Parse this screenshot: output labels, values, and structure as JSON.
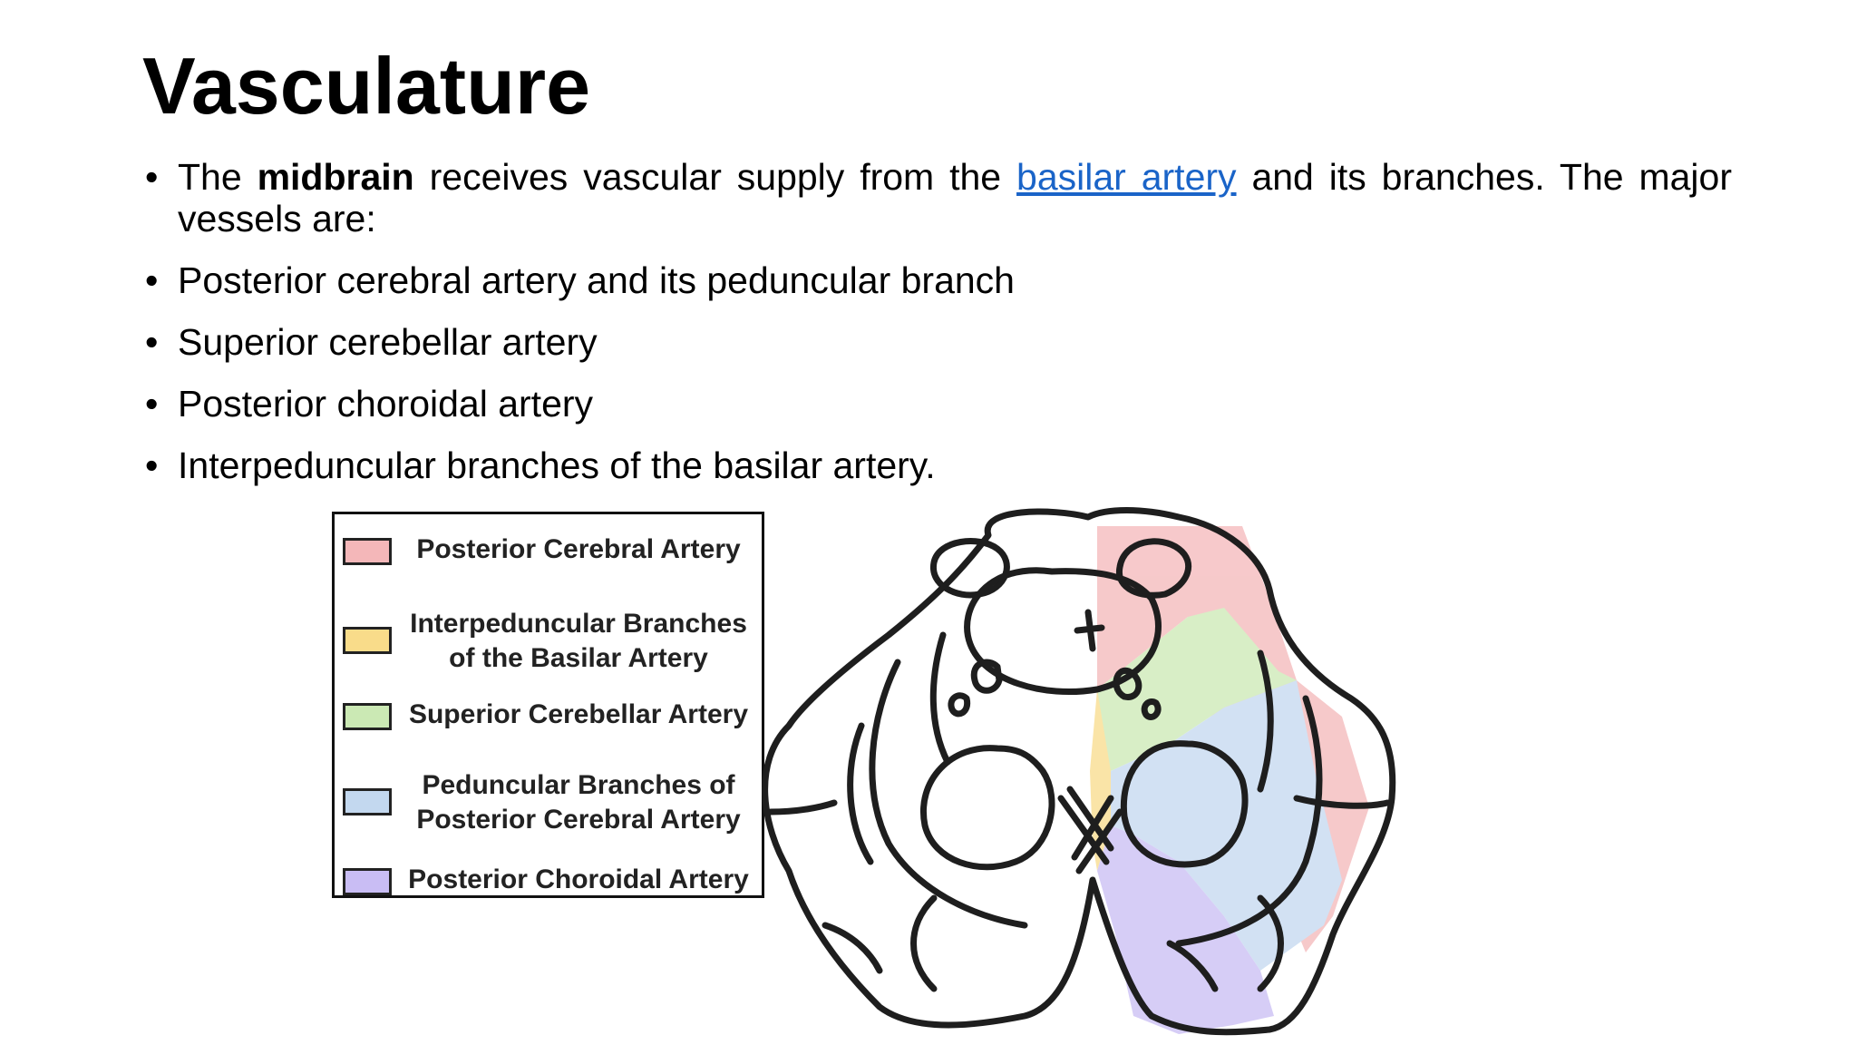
{
  "title": "Vasculature",
  "bullets": {
    "intro": {
      "pre": "The ",
      "bold": "midbrain",
      "mid": " receives vascular supply from the ",
      "link": "basilar artery",
      "post": " and its branches. The major vessels are:"
    },
    "items": [
      "Posterior cerebral artery and its peduncular branch",
      "Superior cerebellar artery",
      "Posterior choroidal artery",
      "Interpeduncular branches of the basilar artery."
    ],
    "bullet_glyph": "•"
  },
  "legend": [
    {
      "line1": "Posterior Cerebral Artery",
      "line2": "",
      "color": "#f4b7b9"
    },
    {
      "line1": "Interpeduncular Branches",
      "line2": "of the Basilar Artery",
      "color": "#f9dc8a"
    },
    {
      "line1": "Superior Cerebellar Artery",
      "line2": "",
      "color": "#cbe9b4"
    },
    {
      "line1": "Peduncular Branches of",
      "line2": "Posterior Cerebral Artery",
      "color": "#c3d8ef"
    },
    {
      "line1": "Posterior Choroidal Artery",
      "line2": "",
      "color": "#c9bdf4"
    }
  ],
  "colors": {
    "posterior_cerebral": "#f4b7b9",
    "interpeduncular": "#f9dc8a",
    "superior_cerebellar": "#cbe9b4",
    "peduncular": "#c3d8ef",
    "posterior_choroidal": "#c9bdf4",
    "link": "#1a64c8"
  }
}
